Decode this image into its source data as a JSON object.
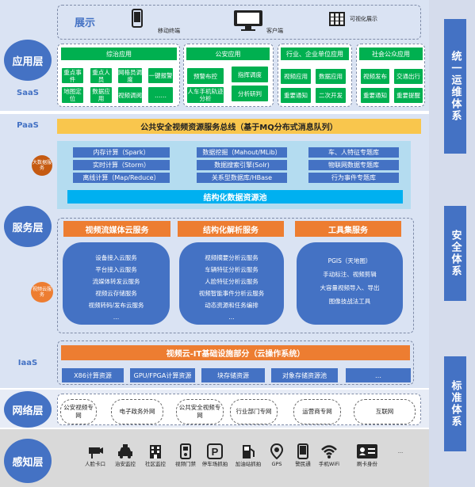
{
  "layers": {
    "app": "应用层",
    "saas": "SaaS",
    "paas": "PaaS",
    "service": "服务层",
    "iaas": "IaaS",
    "network": "网络层",
    "sense": "感知层"
  },
  "display": {
    "title": "展示",
    "mobile": "移动终端",
    "client": "客户端",
    "visual": "可视化展示"
  },
  "apps": {
    "comprehensive": {
      "title": "综治应用",
      "items": [
        "重点事件",
        "重点人员",
        "网格员调度",
        "一键报警",
        "地图定位",
        "数据应用",
        "视频调阅",
        "……"
      ]
    },
    "security": {
      "title": "公安应用",
      "items": [
        "预警布控",
        "指挥调度",
        "人车手机轨迹分析",
        "分析研判"
      ]
    },
    "industry": {
      "title": "行业、企业单位应用",
      "items": [
        "视频应用",
        "数据应用",
        "重要通知",
        "二次开发"
      ]
    },
    "social": {
      "title": "社会公众应用",
      "items": [
        "视频发布",
        "交通出行",
        "重要通知",
        "重要提醒"
      ]
    }
  },
  "bus": "公共安全视频资源服务总线（基于MQ分布式消息队列）",
  "bigdata": {
    "badge": "大数据服务",
    "col1": [
      "内存计算（Spark）",
      "实时计算（Storm）",
      "离线计算（Map/Reduce）"
    ],
    "col2": [
      "数据挖掘（Mahout/MLib）",
      "数据搜索引擎(Solr)",
      "关系型数据库/HBase"
    ],
    "col3": [
      "车、人特征专题库",
      "物联网数据专题库",
      "行为事件专题库"
    ],
    "pool": "结构化数据资源池"
  },
  "cloud": {
    "badge": "视频云服务",
    "media": {
      "title": "视频流媒体云服务",
      "items": [
        "设备接入云服务",
        "平台接入云服务",
        "流媒体转发云服务",
        "视频云存储服务",
        "视频转码/发布云服务",
        "…"
      ]
    },
    "struct": {
      "title": "结构化解析服务",
      "items": [
        "视频摘要分析云服务",
        "车辆特征分析云服务",
        "人脸特征分析云服务",
        "视频智能事件分析云服务",
        "动态资源和任务编排",
        "…"
      ]
    },
    "tools": {
      "title": "工具集服务",
      "items": [
        "PGIS（天地图）",
        "手动标注、视频剪辑",
        "大容量视频导入、导出",
        "图像技战法工具"
      ]
    }
  },
  "infra": {
    "title": "视频云-IT基础设施部分（云操作系统）",
    "items": [
      "X86计算资源",
      "GPU/FPGA计算资源",
      "块存储资源",
      "对象存储资源池",
      "…"
    ]
  },
  "networks": [
    "公安视频专网",
    "电子政务外网",
    "公共安全视频专网",
    "行业部门专网",
    "运营商专网",
    "互联网"
  ],
  "sensors": [
    {
      "icon": "camera-icon",
      "label": "人脸卡口"
    },
    {
      "icon": "patrol-car-icon",
      "label": "治安监控"
    },
    {
      "icon": "building-icon",
      "label": "社区监控"
    },
    {
      "icon": "door-icon",
      "label": "视频门禁"
    },
    {
      "icon": "parking-icon",
      "label": "停车场抓拍"
    },
    {
      "icon": "fuel-icon",
      "label": "加油站抓拍"
    },
    {
      "icon": "gps-pin-icon",
      "label": "GPS"
    },
    {
      "icon": "phone-icon",
      "label": "警民通"
    },
    {
      "icon": "wifi-icon",
      "label": "手机WiFi"
    },
    {
      "icon": "id-card-icon",
      "label": "刷卡身份"
    },
    {
      "icon": "more-icon",
      "label": "…"
    }
  ],
  "sidebar": [
    "统一运维体系",
    "安全体系",
    "标准体系"
  ],
  "colors": {
    "blue": "#4472c4",
    "green": "#00b050",
    "orange": "#ed7d31",
    "cyan": "#00b0f0",
    "gold": "#f9c64d",
    "band": "#dae3f3"
  }
}
